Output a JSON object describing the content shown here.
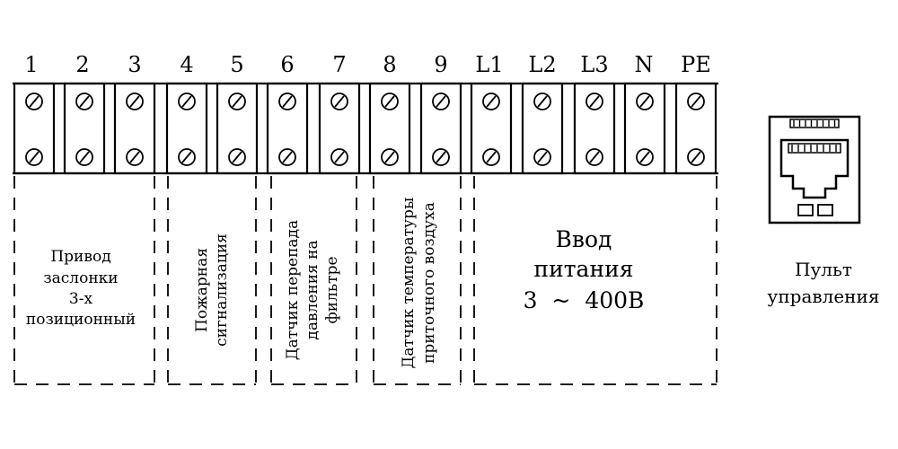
{
  "terminals": [
    "1",
    "2",
    "3",
    "4",
    "5",
    "6",
    "7",
    "8",
    "9",
    "L1",
    "L2",
    "L3",
    "N",
    "PE"
  ],
  "groups": {
    "damper": {
      "lines": [
        "Привод",
        "заслонки",
        "3-х",
        "позиционный"
      ]
    },
    "fire": {
      "lines": [
        "Пожарная",
        "сигнализация"
      ]
    },
    "pressure": {
      "lines": [
        "Датчик перепада",
        "давления на",
        "фильтре"
      ]
    },
    "temperature": {
      "lines": [
        "Датчик температуры",
        "приточного воздуха"
      ]
    },
    "power": {
      "lines": [
        "Ввод",
        "питания",
        "3 ~ 400В"
      ]
    }
  },
  "remote": {
    "lines": [
      "Пульт",
      "управления"
    ]
  }
}
